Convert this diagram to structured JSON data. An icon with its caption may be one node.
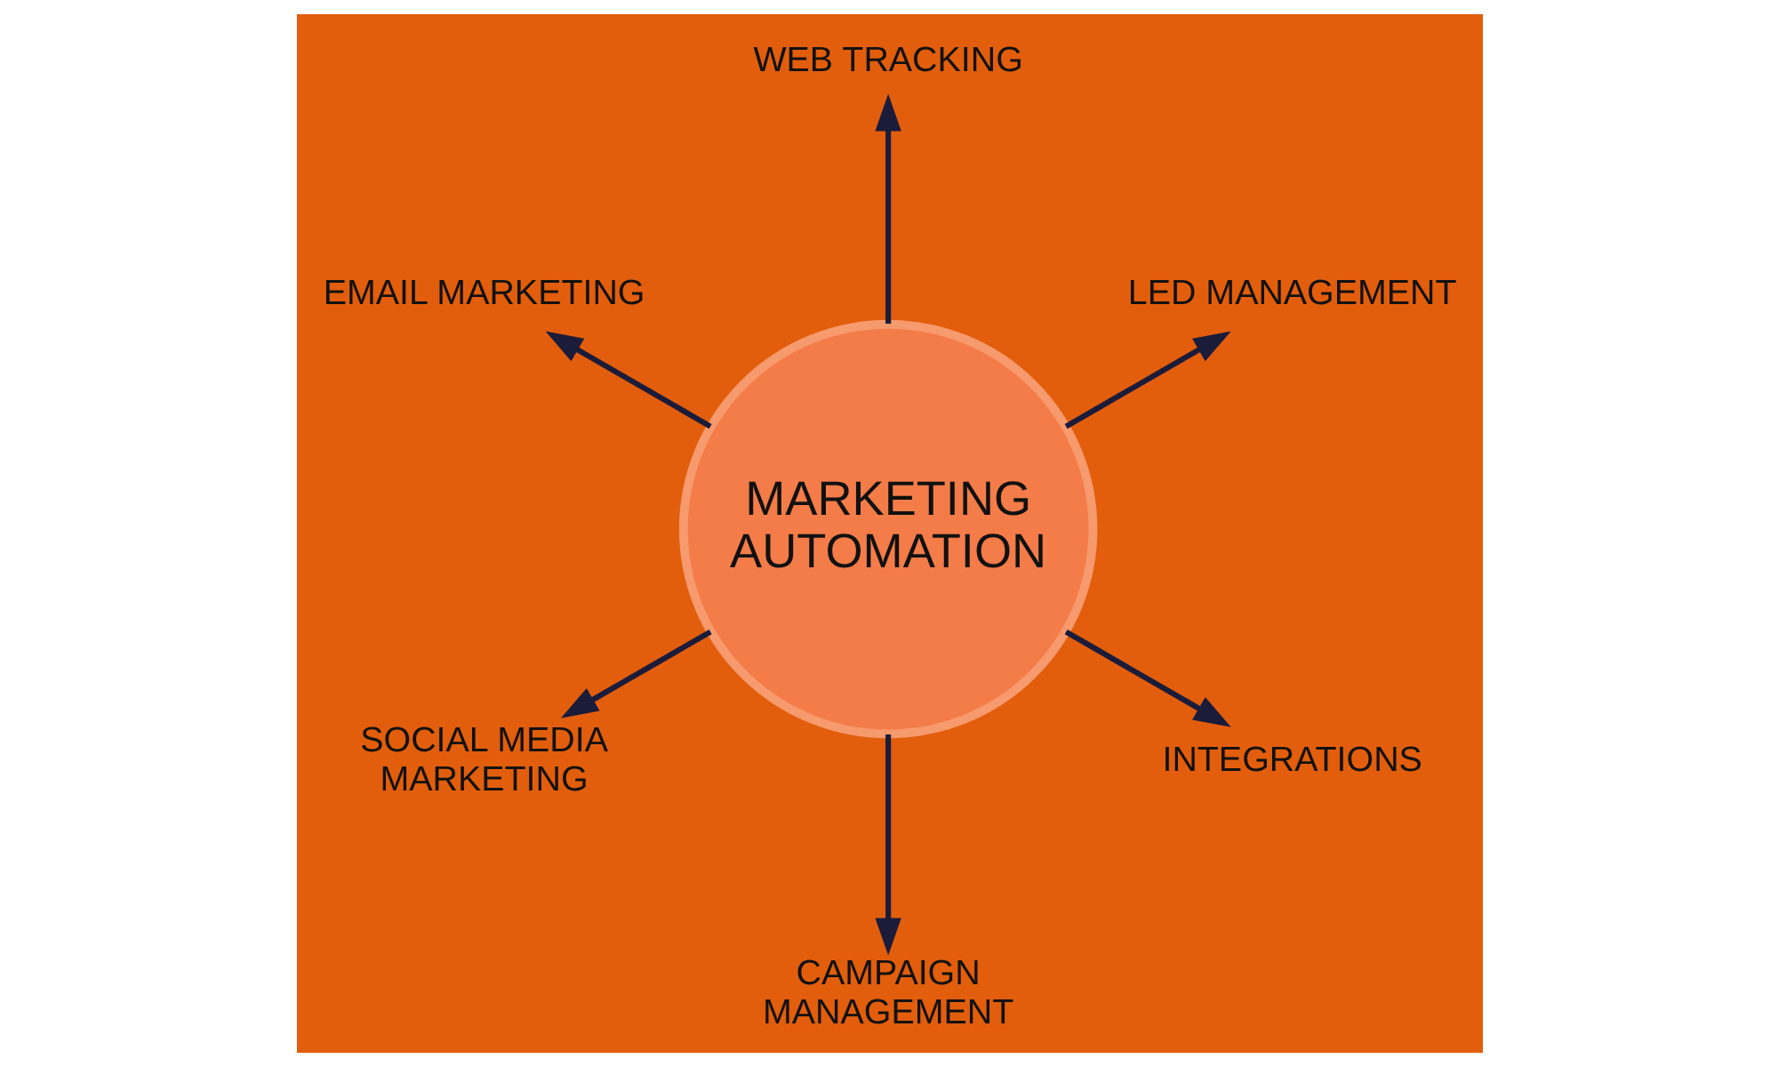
{
  "diagram": {
    "nodes": [
      {
        "text": [
          "MARKETING AUTOMATION"
        ]
      },
      {
        "text": [
          "WEB TRACKING"
        ]
      },
      {
        "text": [
          "LED MANAGEMENT"
        ]
      },
      {
        "text": [
          "INTEGRATIONS"
        ]
      },
      {
        "text": [
          "CAMPAIGN MANAGEMENT"
        ]
      },
      {
        "text": [
          "SOCIAL MEDIA MARKETING"
        ]
      },
      {
        "text": [
          "EMAIL MARKETING"
        ]
      }
    ],
    "edges": [
      {
        "from": 0,
        "to": 1,
        "arrow": "to"
      },
      {
        "from": 0,
        "to": 2,
        "arrow": "to"
      },
      {
        "from": 0,
        "to": 3,
        "arrow": "to"
      },
      {
        "from": 0,
        "to": 4,
        "arrow": "to"
      },
      {
        "from": 0,
        "to": 5,
        "arrow": "to"
      },
      {
        "from": 0,
        "to": 6,
        "arrow": "to"
      }
    ]
  }
}
